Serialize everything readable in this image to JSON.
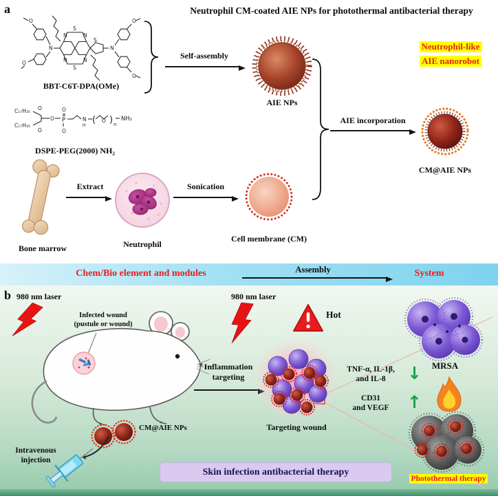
{
  "panel_a": {
    "label": "a",
    "title": "Neutrophil CM-coated AIE NPs for photothermal antibacterial therapy",
    "bbt": {
      "label": "BBT-C6T-DPA(OMe)",
      "atom_s": "S",
      "atom_n": "N",
      "atom_o": "O"
    },
    "dspe": {
      "label": "DSPE-PEG(2000) NH₂",
      "c17": "C₁₇H₃₅",
      "atom_o": "O",
      "atom_p": "P",
      "atom_n": "N",
      "atom_h": "H",
      "paren_open": "(",
      "paren_close": ")",
      "sub_n": "n",
      "nh2": "NH₂"
    },
    "self_assembly": "Self-assembly",
    "aie_nps": "AIE NPs",
    "aie_incorporation": "AIE incorporation",
    "nanorobot_line1": "Neutrophil-like",
    "nanorobot_line2": "AIE nanorobot",
    "cm_aie_nps": "CM@AIE NPs",
    "bone_marrow": "Bone marrow",
    "extract": "Extract",
    "neutrophil": "Neutrophil",
    "sonication": "Sonication",
    "cell_membrane": "Cell membrane (CM)"
  },
  "assembly_banner": {
    "left_text": "Chem/Bio element and modules",
    "arrow_label": "Assembly",
    "right_text": "System"
  },
  "panel_b": {
    "label": "b",
    "laser_left": "980 nm laser",
    "laser_mid": "980 nm laser",
    "infected_wound_line1": "Infected wound",
    "infected_wound_line2": "(pustule or wound)",
    "intravenous_line1": "Intravenous",
    "intravenous_line2": "injection",
    "cm_aie_nps": "CM@AIE NPs",
    "inflammation_line1": "Inflammation",
    "inflammation_line2": "targeting",
    "hot": "Hot",
    "targeting_wound": "Targeting wound",
    "cytokines_line1": "TNF-α, IL-1β,",
    "cytokines_line2": "and IL-8",
    "markers_line1": "CD31",
    "markers_line2": "and VEGF",
    "arrow_down_glyph": "↓",
    "arrow_up_glyph": "↑",
    "mrsa": "MRSA",
    "photothermal": "Photothermal therapy",
    "therapy_banner": "Skin infection antibacterial therapy"
  },
  "colors": {
    "accent_red": "#e8201c",
    "highlight_yellow": "#ffff00",
    "assembly_banner_blue": "#9fe0f3",
    "therapy_banner_purple": "#dcc9ef",
    "green_arrow": "#17a34a"
  }
}
